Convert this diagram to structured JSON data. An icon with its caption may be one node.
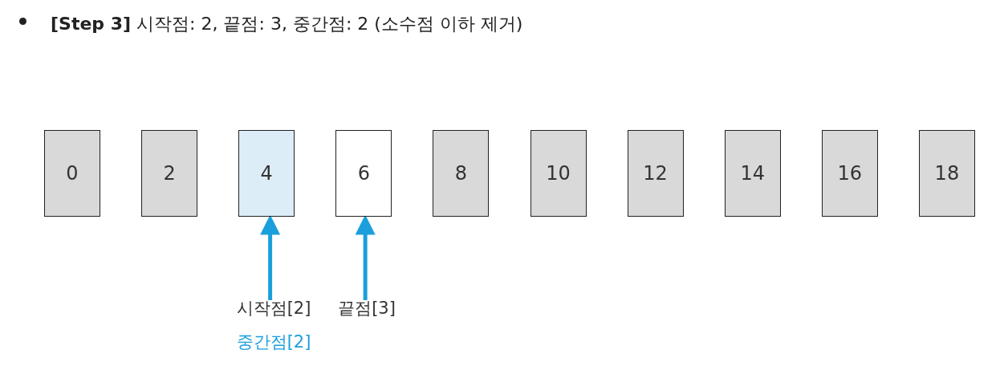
{
  "diagram": {
    "title": "**[Step 3]** 시작점: 2, 끝점: 3, 중간점: 2 (소수점 이하 제거)",
    "nodes": [
      {
        "text": [
          "0"
        ]
      },
      {
        "text": [
          "2"
        ]
      },
      {
        "text": [
          "4"
        ]
      },
      {
        "text": [
          "6"
        ]
      },
      {
        "text": [
          "8"
        ]
      },
      {
        "text": [
          "10"
        ]
      },
      {
        "text": [
          "12"
        ]
      },
      {
        "text": [
          "14"
        ]
      },
      {
        "text": [
          "16"
        ]
      },
      {
        "text": [
          "18"
        ]
      },
      {
        "text": [
          "시작점[2]"
        ]
      },
      {
        "text": [
          "끝점[3]"
        ]
      }
    ],
    "edges": [
      {
        "from": 10,
        "to": 2,
        "arrow": "to"
      },
      {
        "from": 11,
        "to": 3,
        "arrow": "to"
      }
    ],
    "labels": [
      "중간점[2]"
    ]
  }
}
